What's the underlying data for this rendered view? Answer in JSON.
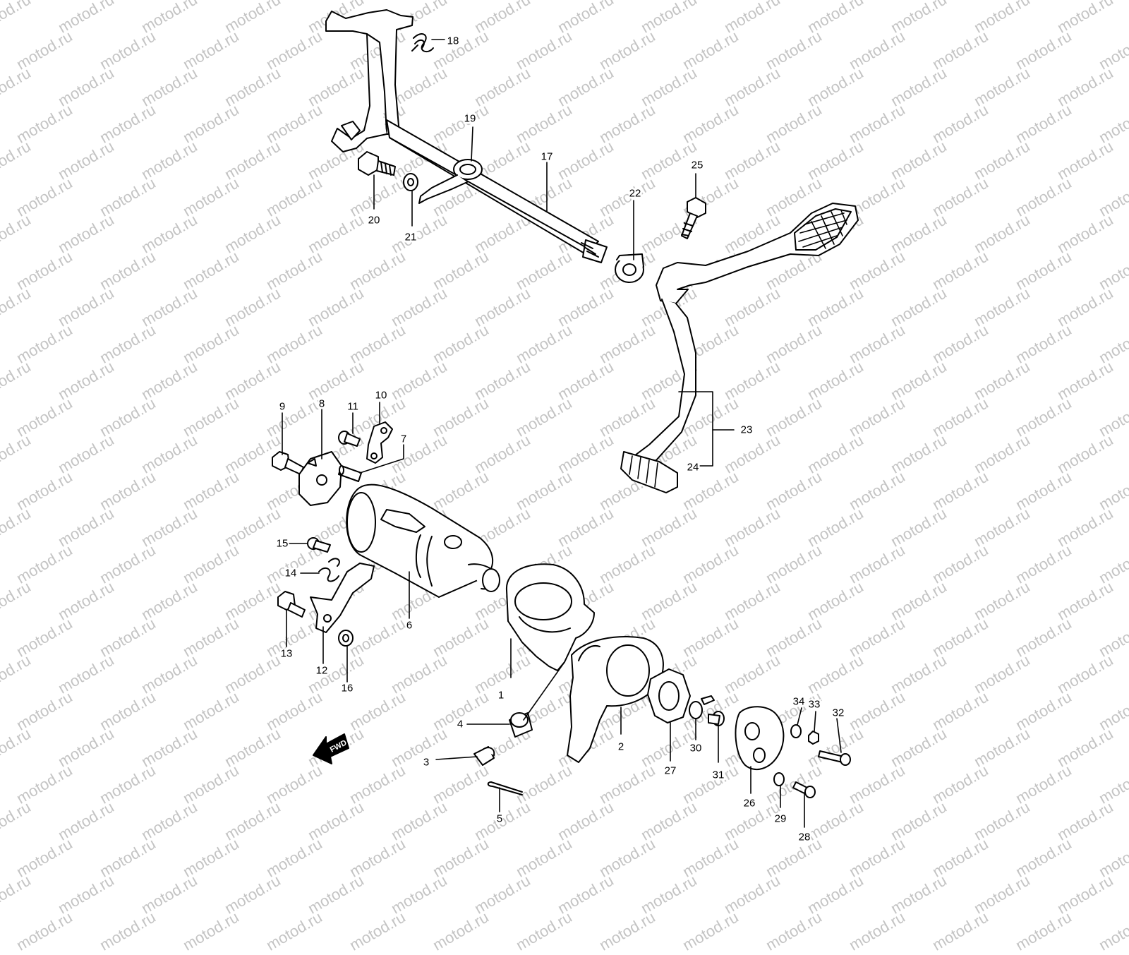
{
  "watermark": {
    "text": "motod.ru"
  },
  "fwd_label": "FWD",
  "callouts": [
    {
      "id": "1",
      "label": "1"
    },
    {
      "id": "2",
      "label": "2"
    },
    {
      "id": "3",
      "label": "3"
    },
    {
      "id": "4",
      "label": "4"
    },
    {
      "id": "5",
      "label": "5"
    },
    {
      "id": "6",
      "label": "6"
    },
    {
      "id": "7",
      "label": "7"
    },
    {
      "id": "8",
      "label": "8"
    },
    {
      "id": "9",
      "label": "9"
    },
    {
      "id": "10",
      "label": "10"
    },
    {
      "id": "11",
      "label": "11"
    },
    {
      "id": "12",
      "label": "12"
    },
    {
      "id": "13",
      "label": "13"
    },
    {
      "id": "14",
      "label": "14"
    },
    {
      "id": "15",
      "label": "15"
    },
    {
      "id": "16",
      "label": "16"
    },
    {
      "id": "17",
      "label": "17"
    },
    {
      "id": "18",
      "label": "18"
    },
    {
      "id": "19",
      "label": "19"
    },
    {
      "id": "20",
      "label": "20"
    },
    {
      "id": "21",
      "label": "21"
    },
    {
      "id": "22",
      "label": "22"
    },
    {
      "id": "23",
      "label": "23"
    },
    {
      "id": "24",
      "label": "24"
    },
    {
      "id": "25",
      "label": "25"
    },
    {
      "id": "26",
      "label": "26"
    },
    {
      "id": "27",
      "label": "27"
    },
    {
      "id": "28",
      "label": "28"
    },
    {
      "id": "29",
      "label": "29"
    },
    {
      "id": "30",
      "label": "30"
    },
    {
      "id": "31",
      "label": "31"
    },
    {
      "id": "32",
      "label": "32"
    },
    {
      "id": "33",
      "label": "33"
    },
    {
      "id": "34",
      "label": "34"
    }
  ]
}
